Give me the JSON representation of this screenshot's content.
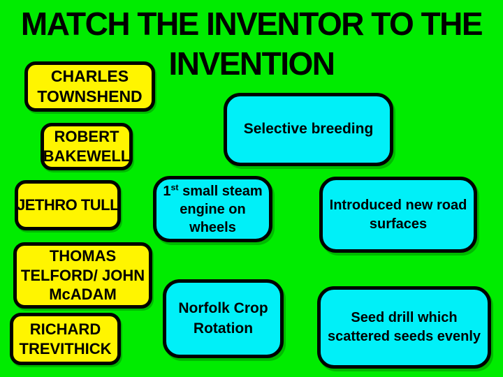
{
  "slide": {
    "title_line1": "MATCH THE INVENTOR TO THE",
    "title_line2": "INVENTION"
  },
  "colors": {
    "background": "#00ec00",
    "inventor_box_fill": "#fff500",
    "invention_box_fill": "#00f0f8",
    "box_border": "#000000",
    "text": "#000000"
  },
  "inventors": [
    {
      "label": "CHARLES TOWNSHEND"
    },
    {
      "label": "ROBERT BAKEWELL"
    },
    {
      "label": "JETHRO TULL"
    },
    {
      "label": "THOMAS TELFORD/ JOHN McADAM"
    },
    {
      "label": "RICHARD TREVITHICK"
    }
  ],
  "inventions": [
    {
      "label": "Selective breeding"
    },
    {
      "label_base": "1",
      "label_sup": "st",
      "label_rest": " small steam engine on wheels"
    },
    {
      "label": "Introduced new road surfaces"
    },
    {
      "label": "Norfolk Crop Rotation"
    },
    {
      "label": "Seed drill which scattered seeds evenly"
    }
  ]
}
